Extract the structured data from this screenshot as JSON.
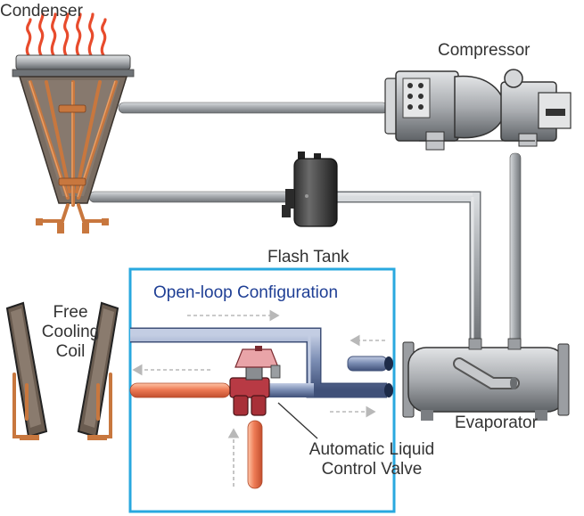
{
  "labels": {
    "condenser": "Condenser",
    "compressor": "Compressor",
    "flash_tank": "Flash Tank",
    "free_cooling_coil": [
      "Free",
      "Cooling",
      "Coil"
    ],
    "open_loop": "Open-loop Configuration",
    "evaporator": "Evaporator",
    "valve": [
      "Automatic Liquid",
      "Control Valve"
    ]
  },
  "colors": {
    "box_border": "#29a8df",
    "open_loop_text": "#1f3f95",
    "pipe_gray": "#9a9ea3",
    "pipe_blue": "#6b7fa6",
    "pipe_copper": "#e8734f",
    "heat_red": "#e84b2c",
    "arrow_gray": "#b8b8b8",
    "valve_red": "#c3424a"
  },
  "icons": [
    "condenser-icon",
    "compressor-icon",
    "flash-tank-icon",
    "evaporator-icon",
    "free-cooling-coil-icon",
    "control-valve-icon",
    "heat-flames-icon"
  ]
}
